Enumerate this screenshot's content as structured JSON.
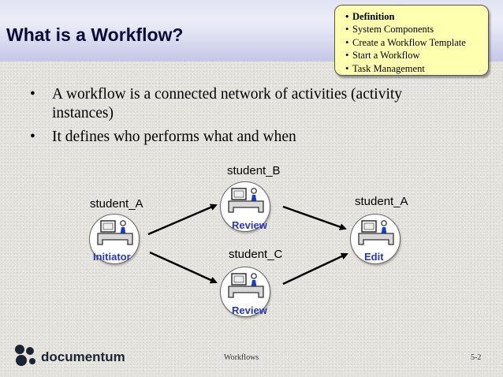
{
  "slide": {
    "title": "What is a Workflow?",
    "agenda": [
      "Definition",
      "System Components",
      "Create a Workflow Template",
      "Start a Workflow",
      "Task Management"
    ],
    "agenda_active_index": 0,
    "bullets": [
      "A workflow is a connected network of activities (activity instances)",
      "It defines who performs what and when"
    ]
  },
  "diagram": {
    "nodes": [
      {
        "performer": "student_A",
        "activity": "Initiator"
      },
      {
        "performer": "student_B",
        "activity": "Review"
      },
      {
        "performer": "student_C",
        "activity": "Review"
      },
      {
        "performer": "student_A",
        "activity": "Edit"
      }
    ]
  },
  "footer": {
    "logo_text": "documentum",
    "section": "Workflows",
    "page": "5-2"
  },
  "colors": {
    "title_text": "#0a0a3a",
    "activity_label": "#2a36b8",
    "agenda_background": "#ffffb0",
    "agent_figure": "#1a3cc8"
  }
}
